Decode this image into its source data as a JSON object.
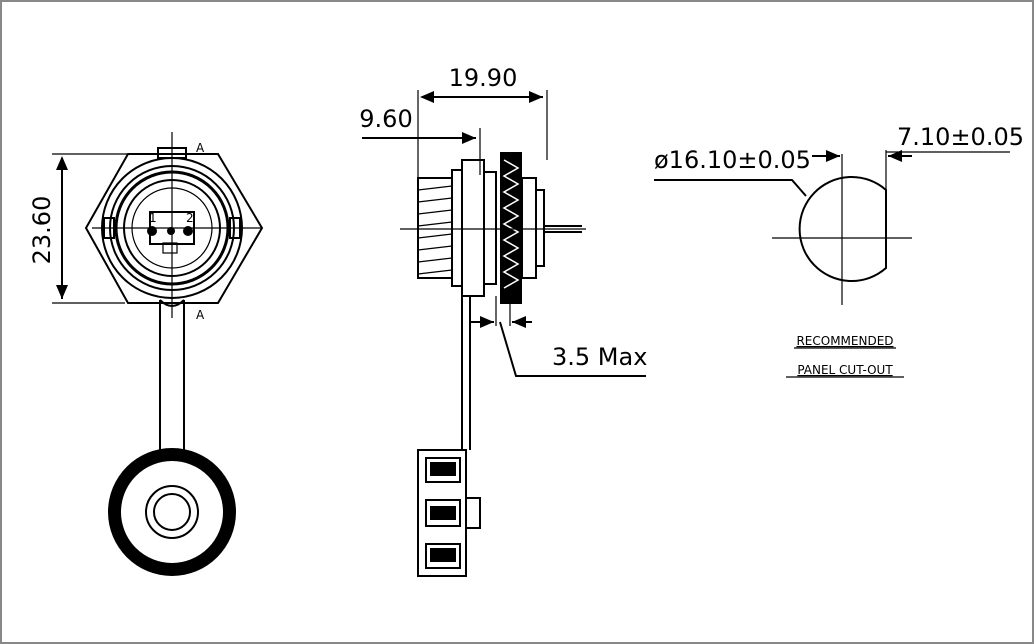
{
  "dimensions": {
    "height_front": "23.60",
    "overall_length": "19.90",
    "thread_length": "9.60",
    "panel_thickness": "3.5 Max",
    "cutout_diameter": "ø16.10±0.05",
    "cutout_flat": "7.10±0.05"
  },
  "front_view": {
    "pin_labels": [
      "1",
      "2"
    ],
    "orientation_mark": "A"
  },
  "cutout_note": {
    "line1": "RECOMMENDED",
    "line2": "PANEL CUT-OUT"
  },
  "colors": {
    "line": "#000000",
    "border": "#888888",
    "background": "#ffffff"
  }
}
